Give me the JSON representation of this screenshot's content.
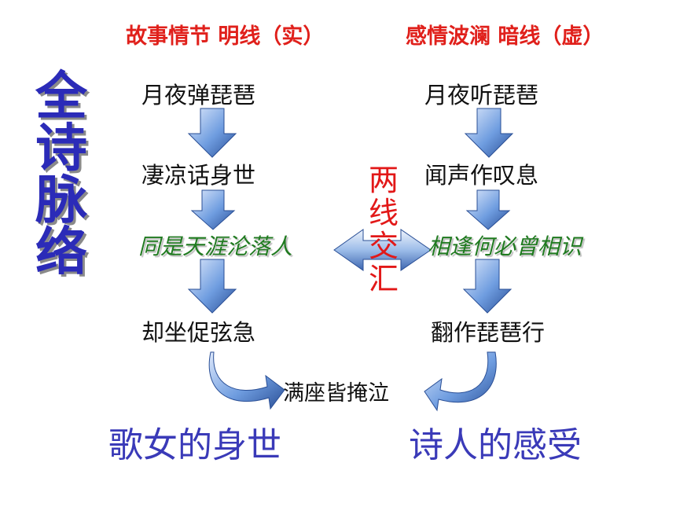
{
  "header": {
    "left": "故事情节  明线（实）",
    "right": "感情波澜  暗线（虚）"
  },
  "side_title": "全诗脉络",
  "center_label": "两线交汇",
  "left_column": {
    "n1": "月夜弹琵琶",
    "n2": "凄凉话身世",
    "n3": "同是天涯沦落人",
    "n4": "却坐促弦急"
  },
  "right_column": {
    "n1": "月夜听琵琶",
    "n2": "闻声作叹息",
    "n3": "相逢何必曾相识",
    "n4": "翻作琵琶行"
  },
  "merge_node": "满座皆掩泣",
  "footer": {
    "left": "歌女的身世",
    "right": "诗人的感受"
  },
  "colors": {
    "header": "#e0201b",
    "title": "#2b2bb8",
    "arrow": "#4f86d6",
    "italic": "#1f7a1f",
    "footer": "#3a3ab8"
  }
}
